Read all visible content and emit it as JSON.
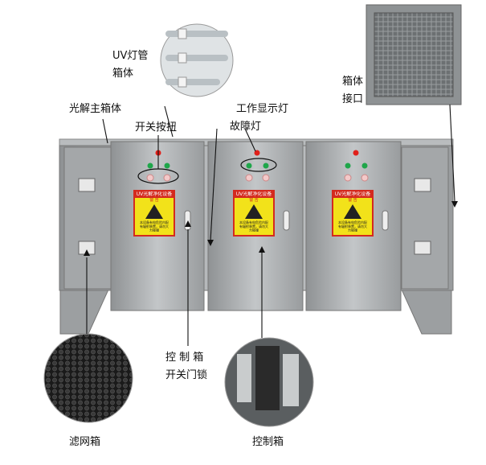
{
  "labels": {
    "uv_tube_line1": "UV灯管",
    "uv_tube_line2": "箱体",
    "main_box": "光解主箱体",
    "switch_button": "开关按扭",
    "work_light": "工作显示灯",
    "fault_light": "故障灯",
    "interface_line1": "箱体",
    "interface_line2": "接口",
    "door_lock_line1": "控 制 箱",
    "door_lock_line2": "开关门锁",
    "filter_box": "滤网箱",
    "control_box": "控制箱"
  },
  "warning_label": {
    "title": "UV光解净化设备",
    "warning": "警    告",
    "text": "本设备有电危险内配有辐射装置，请勿大力碰撞"
  },
  "colors": {
    "steel": "#a9acae",
    "indicator_red": "#e0201a",
    "indicator_green": "#1fa64a",
    "warning_yellow": "#f2e21a"
  }
}
